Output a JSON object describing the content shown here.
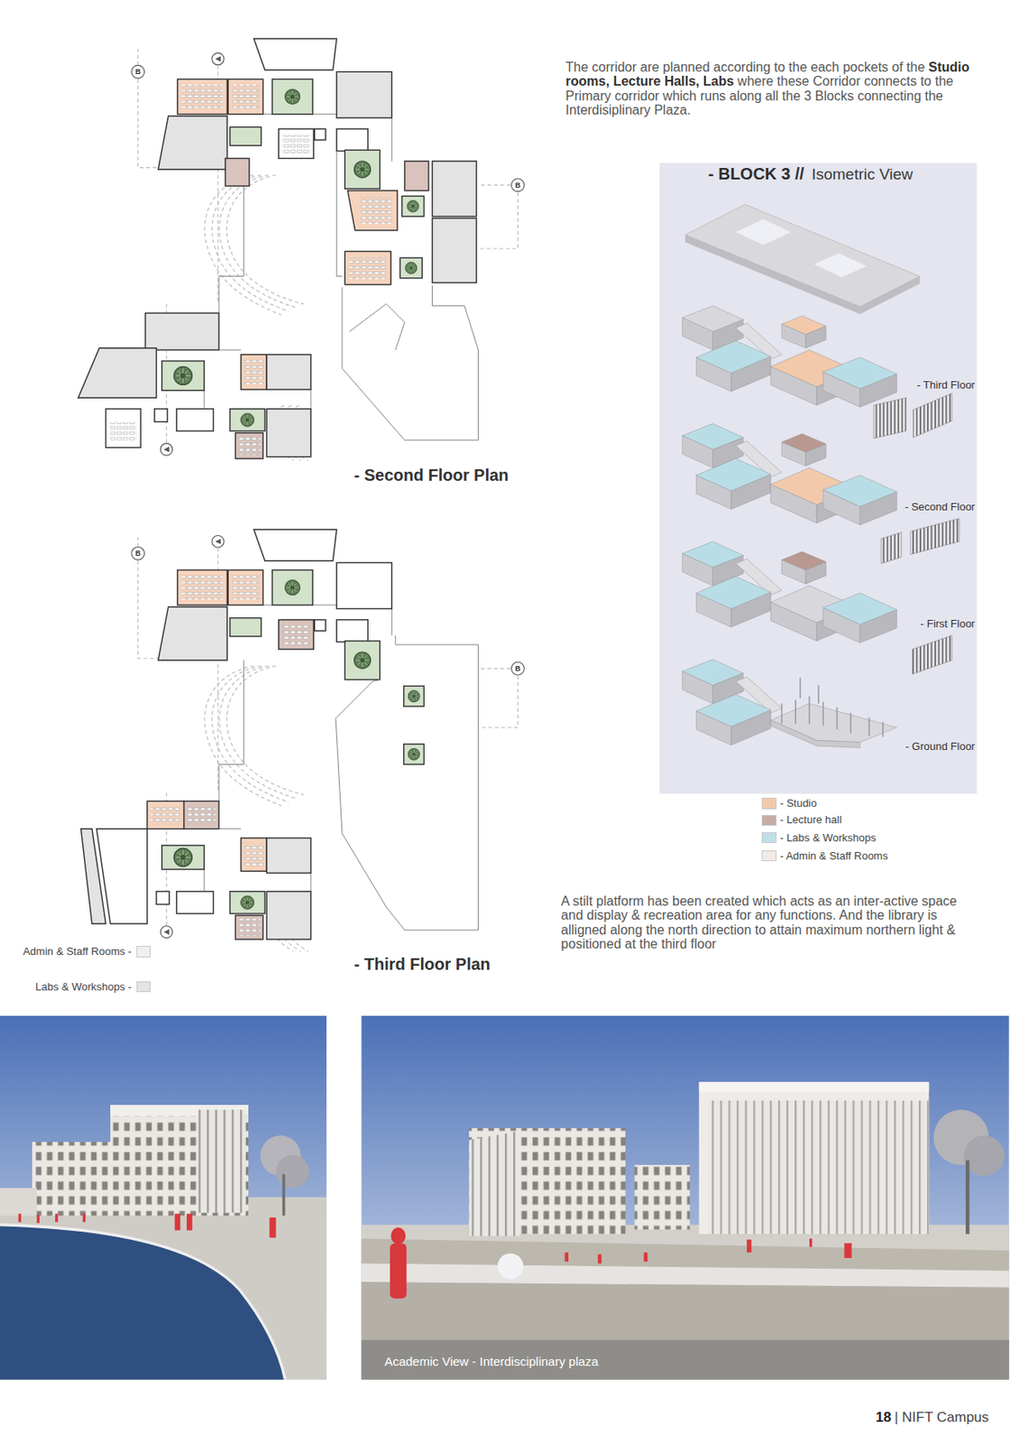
{
  "diagram": {
    "nodes": [
      {
        "text": [
          "- BLOCK 3 //",
          "Isometric View"
        ]
      },
      {
        "text": [
          "Academic View - Interdisciplinary plaza"
        ]
      }
    ],
    "labels": [
      "The corridor are planned according to the each pockets of the",
      "Studio rooms, Lecture Halls, Labs",
      "where these Corridor connects to the Primary corridor which runs along all the 3 Blocks connecting the Interdisiplinary Plaza.",
      "B",
      "B",
      "- Second Floor Plan",
      "- Third Floor",
      "- Second Floor",
      "- First Floor",
      "- Ground Floor",
      "B",
      "B",
      "- Third Floor Plan",
      "A stilt platform has been created which acts as an inter-active space and display & recreation area for any functions. And the library is alligned along the north direction to attain maximum northern light & positioned at the third floor",
      "18",
      "| NIFT Campus"
    ],
    "legend": [
      {
        "text": "- Studio",
        "color": "#f2c9ab"
      },
      {
        "text": "- Lecture hall",
        "color": "#c9aca4"
      },
      {
        "text": "- Labs & Workshops",
        "color": "#bfe0e8"
      },
      {
        "text": "- Admin & Staff Rooms",
        "color": "#f3ebe6"
      },
      {
        "text": "Admin & Staff Rooms -",
        "color": "#f2eeea"
      },
      {
        "text": "Labs & Workshops -",
        "color": "#e3e3e3"
      }
    ]
  }
}
